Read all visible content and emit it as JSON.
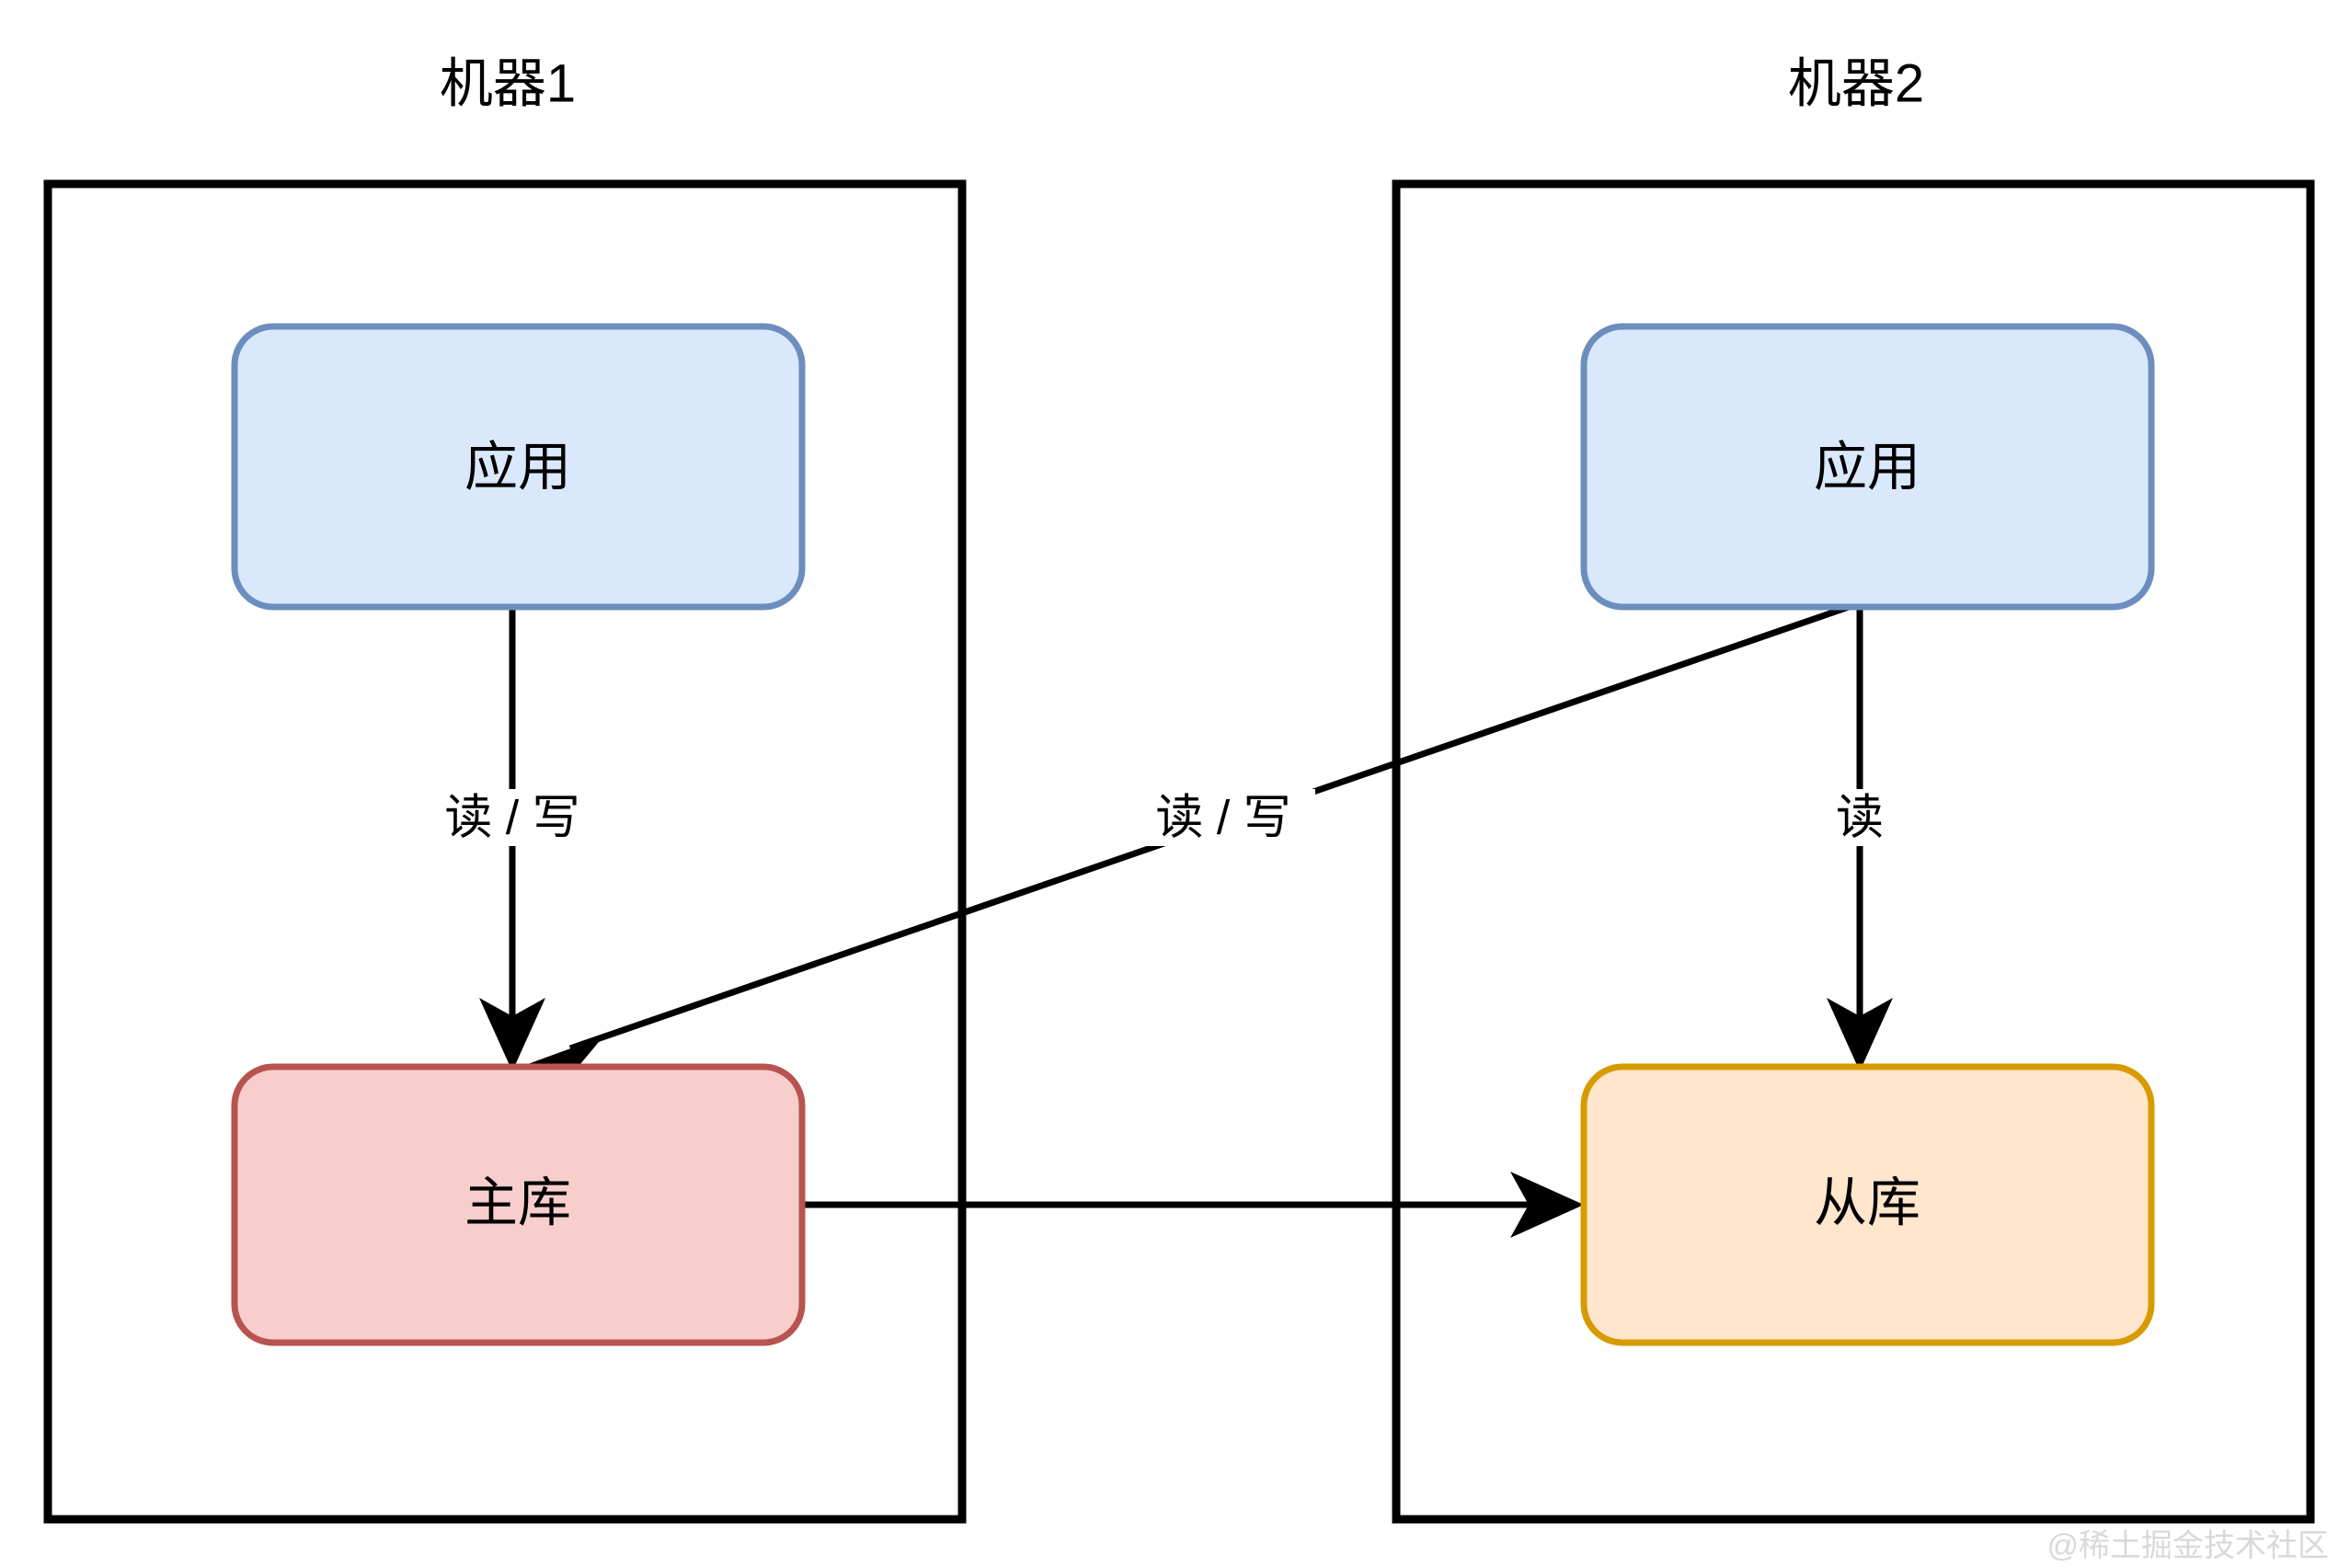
{
  "diagram": {
    "type": "architecture-diagram",
    "topic": "database-master-slave-replication",
    "background_color": "#ffffff",
    "containers": [
      {
        "id": "machine1",
        "title": "机器1",
        "border_color": "#000000",
        "fill": "none"
      },
      {
        "id": "machine2",
        "title": "机器2",
        "border_color": "#000000",
        "fill": "none"
      }
    ],
    "nodes": [
      {
        "id": "app1",
        "label": "应用",
        "fill": "#dae8fc",
        "stroke": "#6c8ebf",
        "container": "machine1"
      },
      {
        "id": "master",
        "label": "主库",
        "fill": "#f8cecc",
        "stroke": "#b85450",
        "container": "machine1"
      },
      {
        "id": "app2",
        "label": "应用",
        "fill": "#dae8fc",
        "stroke": "#6c8ebf",
        "container": "machine2"
      },
      {
        "id": "slave",
        "label": "从库",
        "fill": "#ffe6cc",
        "stroke": "#d79b00",
        "container": "machine2"
      }
    ],
    "edges": [
      {
        "id": "app1-to-master",
        "from": "app1",
        "to": "master",
        "label": "读 / 写",
        "style": "straight-vertical",
        "color": "#000000"
      },
      {
        "id": "app2-to-master",
        "from": "app2",
        "to": "master",
        "label": "读 / 写",
        "style": "diagonal",
        "color": "#000000"
      },
      {
        "id": "app2-to-slave",
        "from": "app2",
        "to": "slave",
        "label": "读",
        "style": "straight-vertical",
        "color": "#000000"
      },
      {
        "id": "master-to-slave",
        "from": "master",
        "to": "slave",
        "label": "",
        "style": "straight-horizontal",
        "color": "#000000"
      }
    ],
    "watermark": "@稀土掘金技术社区"
  }
}
